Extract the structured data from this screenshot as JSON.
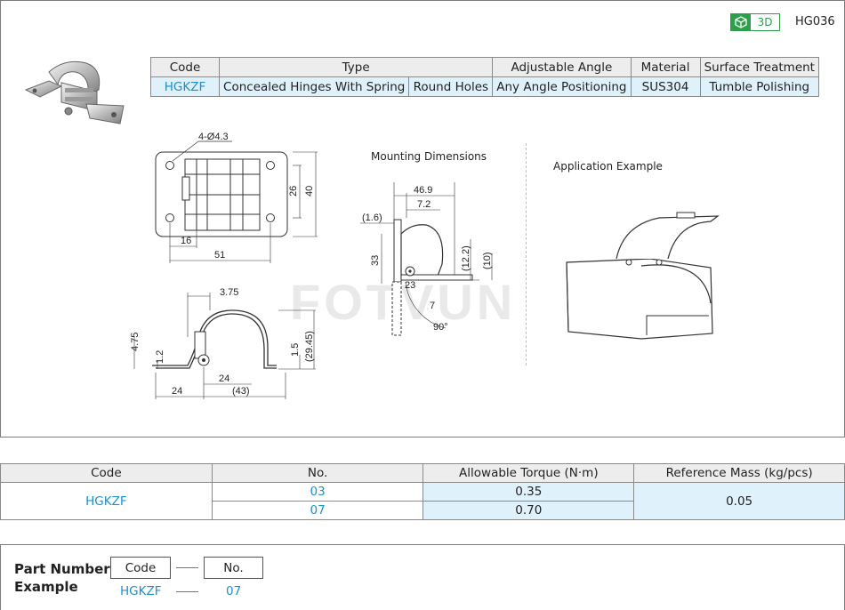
{
  "header": {
    "badge_3d": "3D",
    "product_code": "HG036"
  },
  "spec_table": {
    "headers": [
      "Code",
      "Type",
      "Adjustable Angle",
      "Material",
      "Surface Treatment"
    ],
    "row": {
      "code": "HGKZF",
      "type_1": "Concealed Hinges With Spring",
      "type_2": "Round Holes",
      "angle": "Any Angle Positioning",
      "material": "SUS304",
      "surface": "Tumble Polishing"
    }
  },
  "drawings": {
    "mounting_title": "Mounting Dimensions",
    "application_title": "Application Example",
    "front_view": {
      "holes": "4-Ø4.3",
      "h26": "26",
      "h40": "40",
      "w16": "16",
      "w51": "51"
    },
    "side_view": {
      "d375": "3.75",
      "d475": "4.75",
      "d12": "1.2",
      "d15": "1.5",
      "d2945": "(29.45)",
      "d24a": "24",
      "d24b": "24",
      "d43": "(43)"
    },
    "mount_view": {
      "d469": "46.9",
      "d72": "7.2",
      "d16": "(1.6)",
      "d33": "33",
      "d23": "23",
      "d7": "7",
      "d122": "(12.2)",
      "d10": "(10)",
      "angle": "90°"
    }
  },
  "torque_table": {
    "headers": [
      "Code",
      "No.",
      "Allowable Torque (N·m)",
      "Reference Mass (kg/pcs)"
    ],
    "code": "HGKZF",
    "rows": [
      {
        "no": "03",
        "torque": "0.35"
      },
      {
        "no": "07",
        "torque": "0.70"
      }
    ],
    "mass": "0.05"
  },
  "part_number": {
    "title_1": "Part Number",
    "title_2": "Example",
    "code_label": "Code",
    "no_label": "No.",
    "code_value": "HGKZF",
    "no_value": "07"
  }
}
